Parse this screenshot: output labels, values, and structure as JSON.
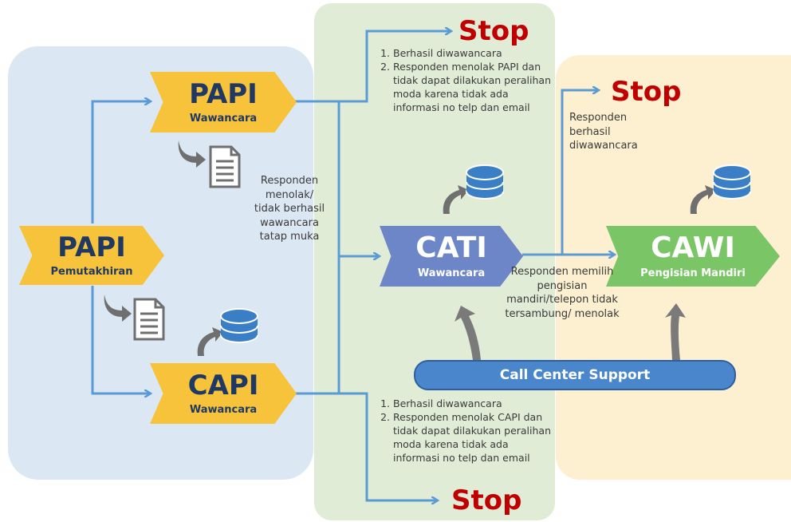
{
  "nodes": {
    "papi_update": {
      "title": "PAPI",
      "subtitle": "Pemutakhiran"
    },
    "papi_interview": {
      "title": "PAPI",
      "subtitle": "Wawancara"
    },
    "capi_interview": {
      "title": "CAPI",
      "subtitle": "Wawancara"
    },
    "cati": {
      "title": "CATI",
      "subtitle": "Wawancara"
    },
    "cawi": {
      "title": "CAWI",
      "subtitle": "Pengisian Mandiri"
    }
  },
  "stops": {
    "top": "Stop",
    "right": "Stop",
    "bottom": "Stop"
  },
  "notes": {
    "top_list": [
      "Berhasil diwawancara",
      "Responden menolak PAPI dan tidak dapat dilakukan peralihan moda karena tidak ada informasi no telp dan email"
    ],
    "bottom_list": [
      "Berhasil diwawancara",
      "Responden menolak CAPI dan tidak dapat dilakukan peralihan moda karena tidak ada informasi no telp dan email"
    ],
    "refused_face_to_face": "Responden menolak/ tidak berhasil wawancara tatap muka",
    "cawi_success": "Responden berhasil diwawancara",
    "cati_to_cawi": "Responden memilih pengisian mandiri/telepon tidak tersambung/ menolak"
  },
  "support": {
    "label": "Call Center Support"
  },
  "colors": {
    "arrow": "#5b9bd5",
    "yellow": "#f6c33a",
    "cati": "#6d86c8",
    "cawi": "#7ac566",
    "stop": "#c00000",
    "curved_arrow": "#707070"
  },
  "icons": [
    "document-icon",
    "database-icon",
    "curved-arrow-icon"
  ]
}
